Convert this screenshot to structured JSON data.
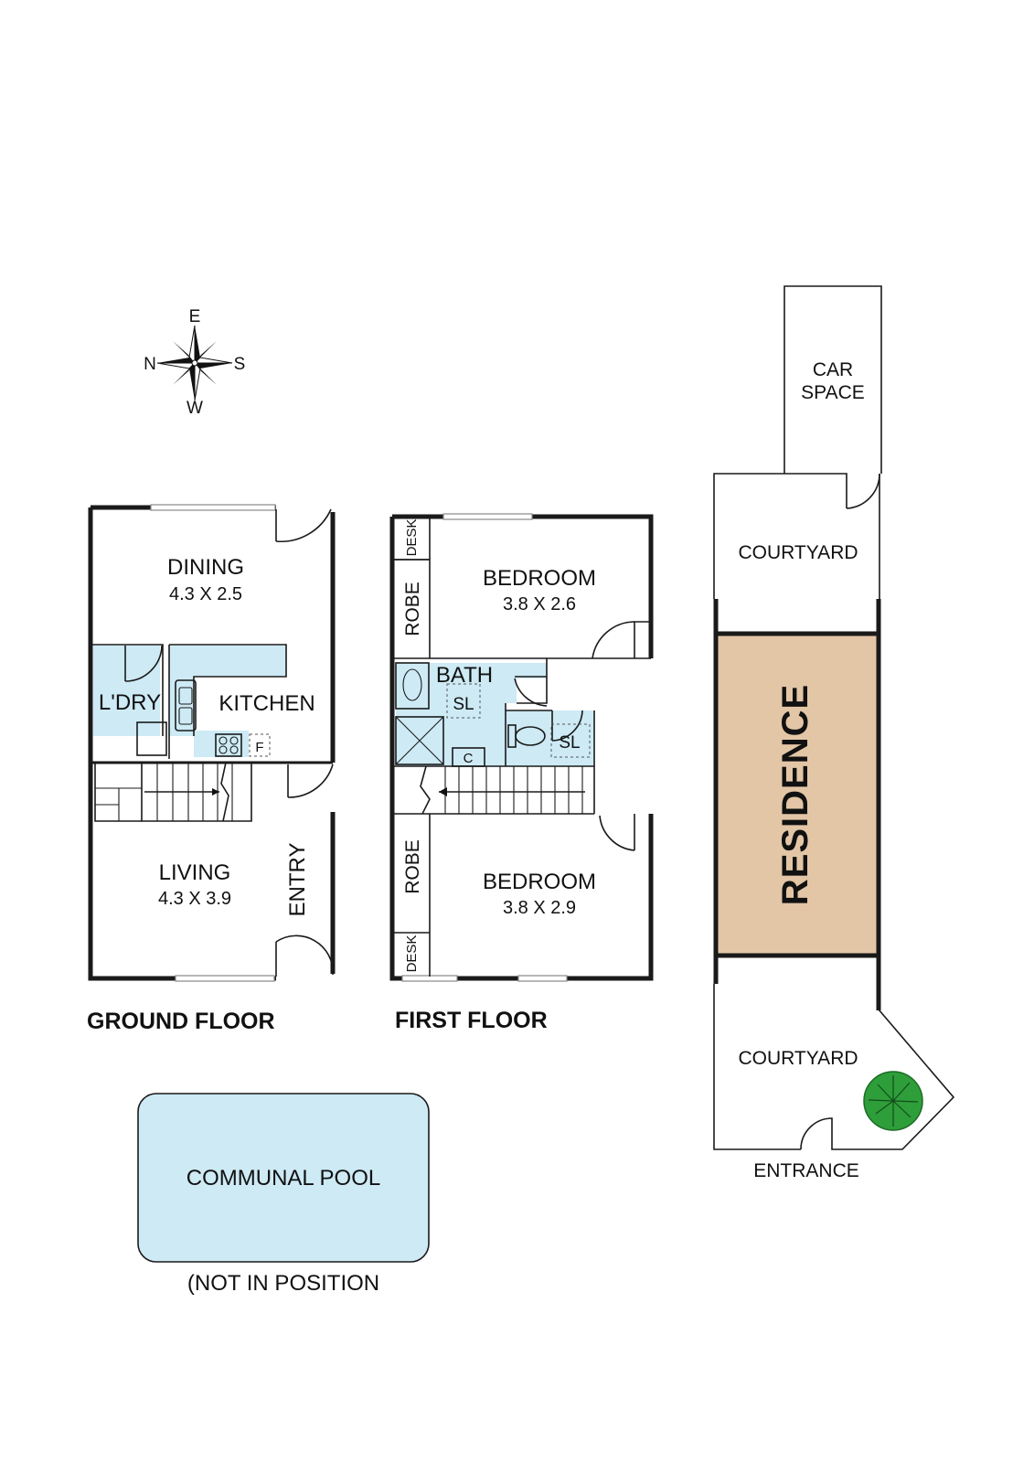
{
  "compass": {
    "north": "N",
    "east": "E",
    "south": "S",
    "west": "W"
  },
  "ground_floor": {
    "title": "GROUND FLOOR",
    "dining": {
      "name": "DINING",
      "size": "4.3 X 2.5"
    },
    "laundry": {
      "name": "L'DRY"
    },
    "kitchen": {
      "name": "KITCHEN"
    },
    "fridge": "F",
    "living": {
      "name": "LIVING",
      "size": "4.3 X 3.9"
    },
    "entry": "ENTRY"
  },
  "first_floor": {
    "title": "FIRST FLOOR",
    "bedroom_1": {
      "name": "BEDROOM",
      "size": "3.8 X 2.6"
    },
    "bedroom_2": {
      "name": "BEDROOM",
      "size": "3.8 X 2.9"
    },
    "bath": "BATH",
    "skylight_bath": "SL",
    "skylight_wc": "SL",
    "cupboard": "C",
    "robe_1": "ROBE",
    "robe_2": "ROBE",
    "desk_1": "DESK",
    "desk_2": "DESK"
  },
  "site": {
    "car_space_line1": "CAR",
    "car_space_line2": "SPACE",
    "courtyard_top": "COURTYARD",
    "residence": "RESIDENCE",
    "courtyard_bottom": "COURTYARD",
    "entrance": "ENTRANCE"
  },
  "pool": {
    "label": "COMMUNAL POOL",
    "note": "(NOT IN POSITION"
  },
  "colors": {
    "wet_area": "#cdeaf5",
    "residence_fill": "#e3c6a6",
    "tree": "#2e9e3a",
    "wall": "#1a1a1a"
  }
}
